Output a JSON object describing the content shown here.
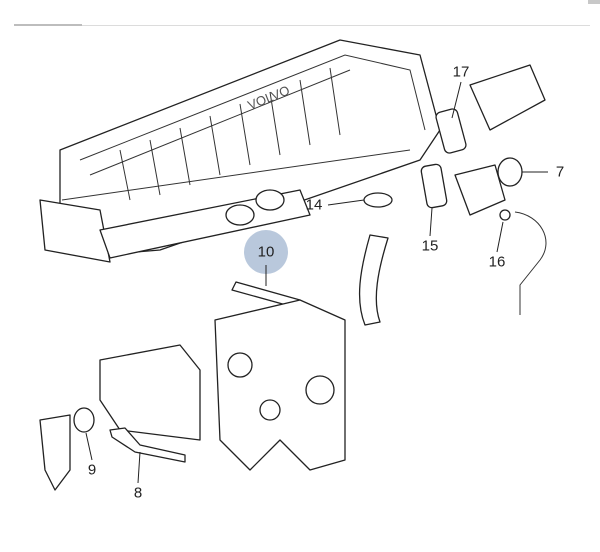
{
  "diagram": {
    "engine_logo": "VOLVO",
    "callouts": [
      {
        "id": "17",
        "label": "17"
      },
      {
        "id": "7",
        "label": "7"
      },
      {
        "id": "14",
        "label": "14"
      },
      {
        "id": "15",
        "label": "15"
      },
      {
        "id": "16",
        "label": "16"
      },
      {
        "id": "10",
        "label": "10",
        "highlighted": true
      },
      {
        "id": "9",
        "label": "9"
      },
      {
        "id": "8",
        "label": "8"
      }
    ],
    "highlight_color": "#b9c8dc"
  }
}
